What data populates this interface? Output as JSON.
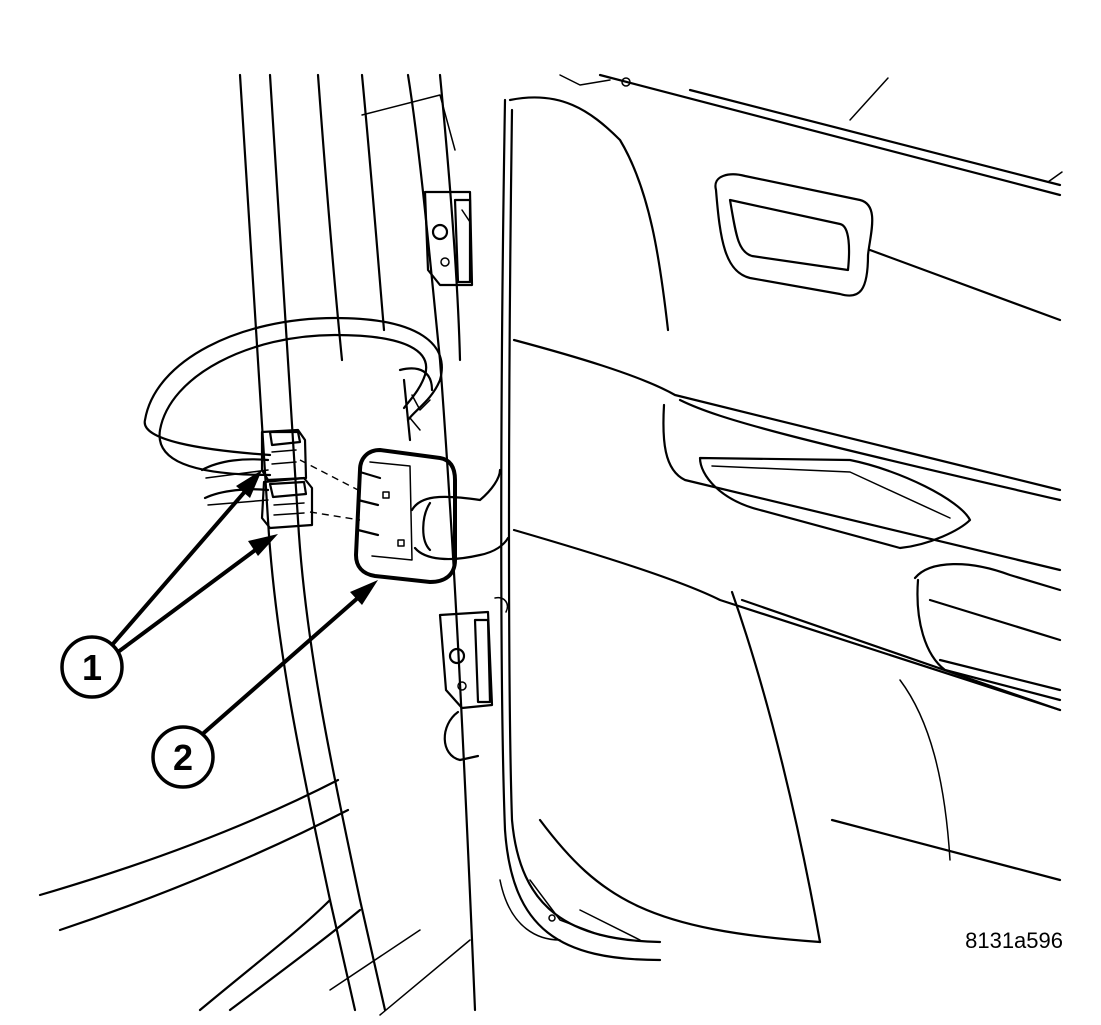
{
  "callouts": [
    {
      "id": "callout-1",
      "label": "1"
    },
    {
      "id": "callout-2",
      "label": "2"
    }
  ],
  "figure_id": "8131a596"
}
